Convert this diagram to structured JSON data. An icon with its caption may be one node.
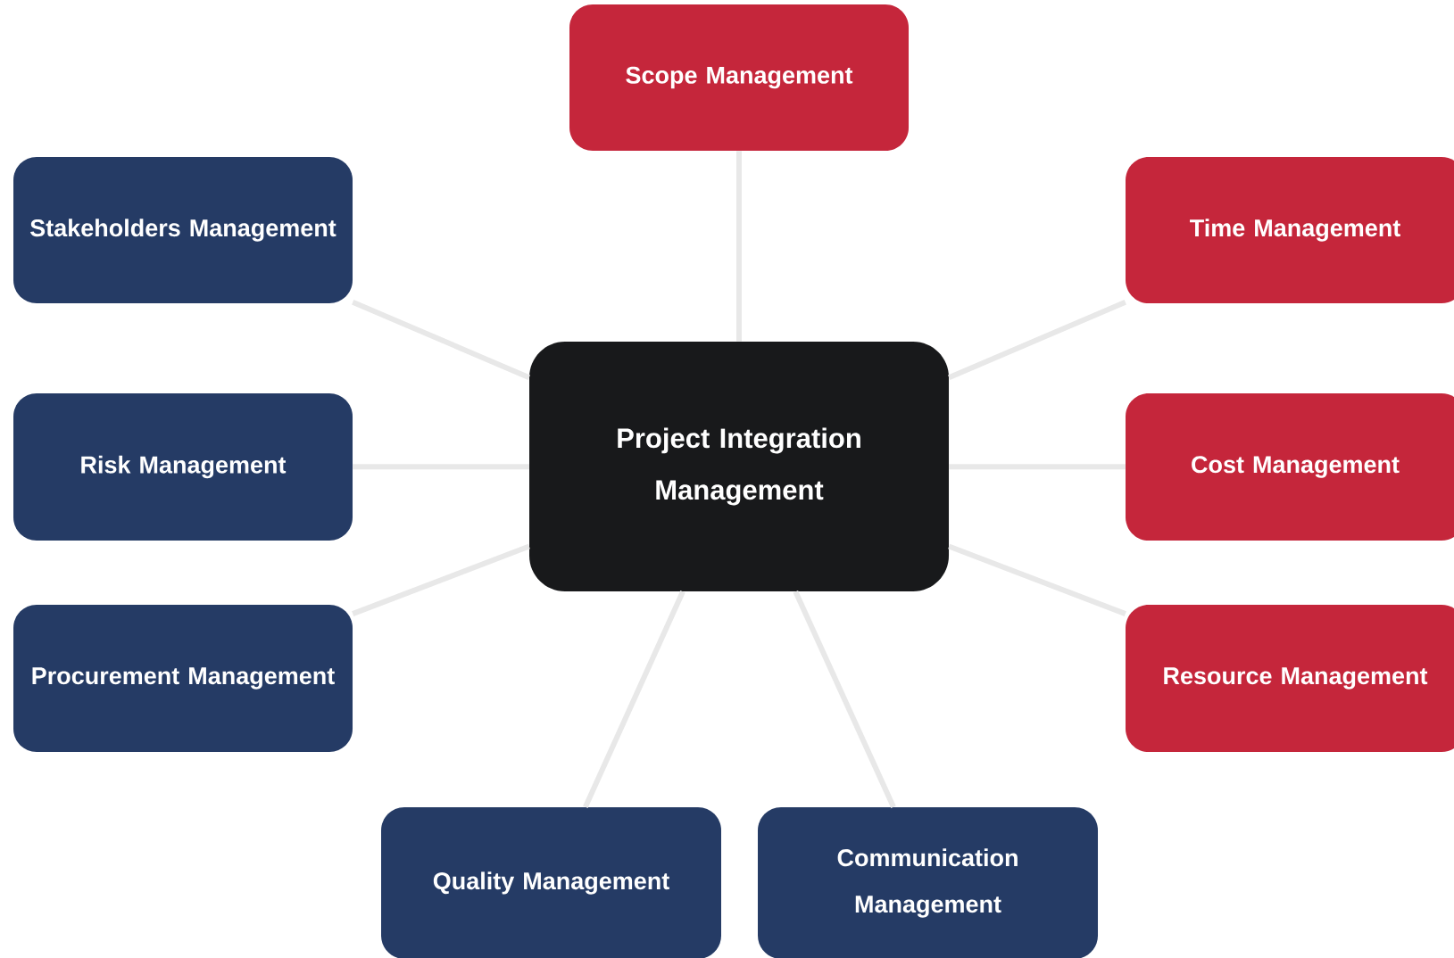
{
  "diagram": {
    "nodes": [
      {
        "text": [
          "Scope Management"
        ]
      },
      {
        "text": [
          "Stakeholders Management"
        ]
      },
      {
        "text": [
          "Time Management"
        ]
      },
      {
        "text": [
          "Project Integration Management"
        ]
      },
      {
        "text": [
          "Risk Management"
        ]
      },
      {
        "text": [
          "Cost Management"
        ]
      },
      {
        "text": [
          "Procurement Management"
        ]
      },
      {
        "text": [
          "Resource Management"
        ]
      },
      {
        "text": [
          "Quality Management"
        ]
      },
      {
        "text": [
          "Communication Management"
        ]
      }
    ],
    "edges": [
      {
        "from": 3,
        "to": 0,
        "arrow": "none"
      },
      {
        "from": 3,
        "to": 1,
        "arrow": "none"
      },
      {
        "from": 3,
        "to": 2,
        "arrow": "none"
      },
      {
        "from": 3,
        "to": 4,
        "arrow": "none"
      },
      {
        "from": 3,
        "to": 5,
        "arrow": "none"
      },
      {
        "from": 3,
        "to": 6,
        "arrow": "none"
      },
      {
        "from": 3,
        "to": 7,
        "arrow": "none"
      },
      {
        "from": 3,
        "to": 8,
        "arrow": "none"
      },
      {
        "from": 3,
        "to": 9,
        "arrow": "none"
      }
    ]
  }
}
